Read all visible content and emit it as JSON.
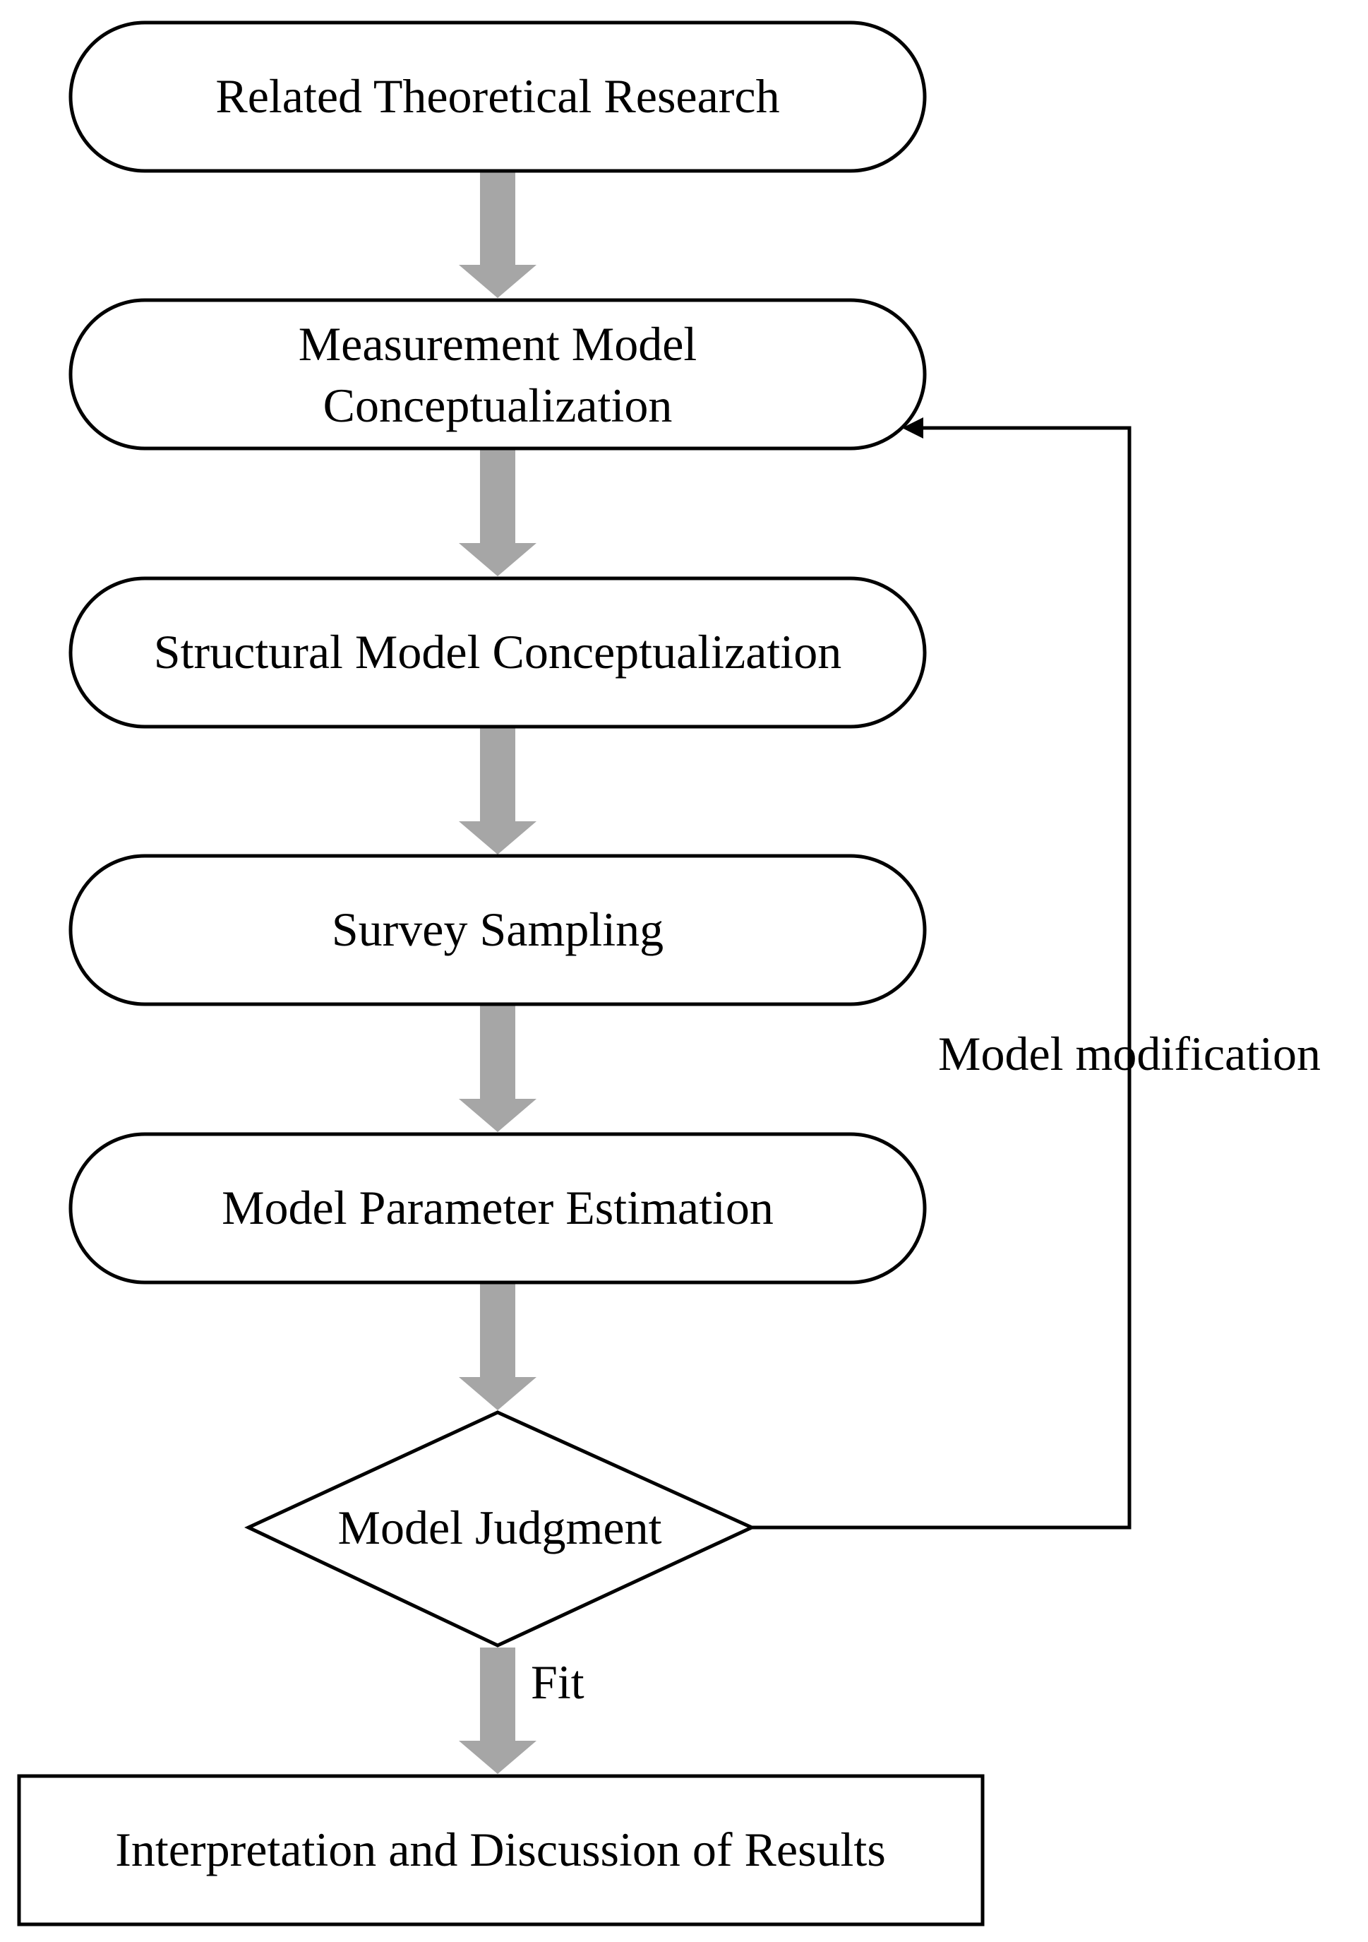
{
  "diagram": {
    "nodes": {
      "related_research": "Related Theoretical Research",
      "measurement_line1": "Measurement Model",
      "measurement_line2": "Conceptualization",
      "structural": "Structural Model Conceptualization",
      "survey": "Survey Sampling",
      "estimation": "Model Parameter Estimation",
      "judgment": "Model Judgment",
      "interpretation": "Interpretation and Discussion of Results"
    },
    "labels": {
      "fit": "Fit",
      "modification": "Model modification"
    },
    "colors": {
      "stroke": "#000000",
      "flow_arrow": "#a6a6a6",
      "background": "#ffffff"
    }
  }
}
